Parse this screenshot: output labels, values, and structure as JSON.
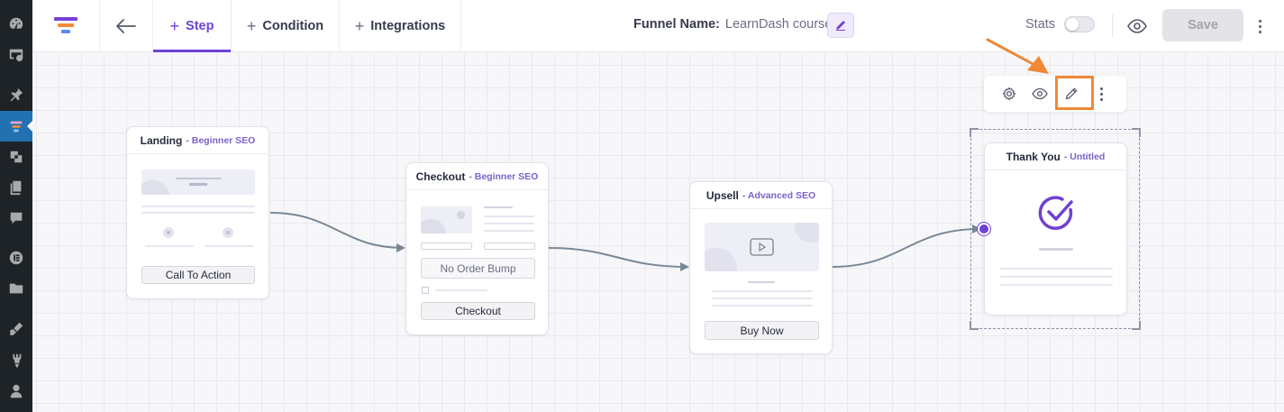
{
  "sidebar": {
    "items": [
      {
        "icon": "dashboard-icon"
      },
      {
        "icon": "calendar-check-icon"
      },
      {
        "icon": "pin-icon"
      },
      {
        "icon": "funnel-plugin-icon",
        "active": true
      },
      {
        "icon": "media-icon"
      },
      {
        "icon": "pages-icon"
      },
      {
        "icon": "comments-icon"
      },
      {
        "icon": "elementor-icon"
      },
      {
        "icon": "folder-icon"
      },
      {
        "icon": "appearance-icon"
      },
      {
        "icon": "plugins-icon"
      },
      {
        "icon": "users-icon"
      }
    ]
  },
  "topbar": {
    "tabs": [
      {
        "label": "Step",
        "active": true
      },
      {
        "label": "Condition"
      },
      {
        "label": "Integrations"
      }
    ],
    "funnel_name_label": "Funnel Name:",
    "funnel_name_value": "LearnDash course",
    "stats_label": "Stats",
    "stats_enabled": false,
    "save_label": "Save"
  },
  "steps": {
    "landing": {
      "title": "Landing",
      "template": "- Beginner SEO",
      "cta": "Call To Action"
    },
    "checkout": {
      "title": "Checkout",
      "template": "- Beginner SEO",
      "bump": "No Order Bump",
      "cta": "Checkout"
    },
    "upsell": {
      "title": "Upsell",
      "template": "- Advanced SEO",
      "cta": "Buy Now"
    },
    "thankyou": {
      "title": "Thank You",
      "template": "- Untitled",
      "selected": true
    }
  },
  "node_toolbar": {
    "icons": [
      "settings-icon",
      "eye-icon",
      "pencil-icon",
      "more-vertical-icon"
    ],
    "highlighted": "pencil-icon"
  },
  "colors": {
    "accent": "#6e42d3",
    "annotation": "#f08838",
    "sidebar_bg": "#1d2327",
    "sidebar_active": "#2271b1"
  }
}
